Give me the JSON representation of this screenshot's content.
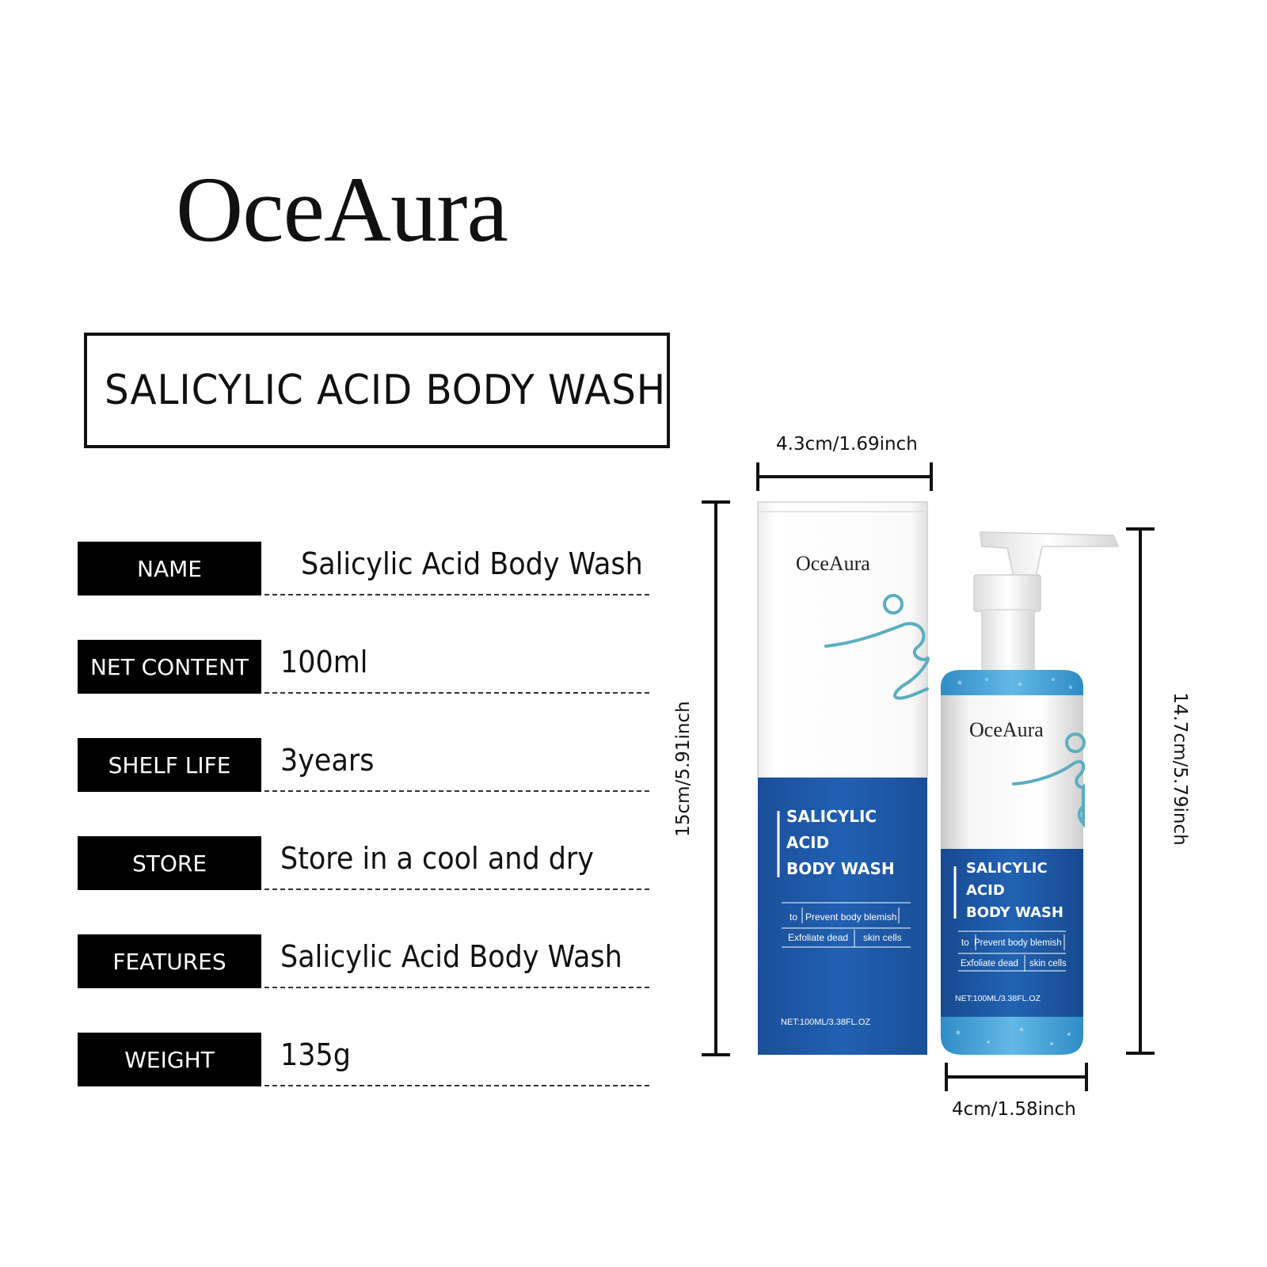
{
  "brand": {
    "name": "OceAura"
  },
  "product_title": "SALICYLIC ACID BODY WASH",
  "specs": [
    {
      "label": "NAME",
      "value": "Salicylic Acid Body Wash"
    },
    {
      "label": "NET  CONTENT",
      "value": "100ml"
    },
    {
      "label": "SHELF LIFE",
      "value": "3years"
    },
    {
      "label": "STORE",
      "value": "Store in a cool and dry"
    },
    {
      "label": "FEATURES",
      "value": "Salicylic Acid Body Wash"
    },
    {
      "label": "WEIGHT",
      "value": "135g"
    }
  ],
  "dimensions": {
    "box_width": "4.3cm/1.69inch",
    "box_height": "15cm/5.91inch",
    "bottle_height": "14.7cm/5.79inch",
    "bottle_width": "4cm/1.58inch"
  },
  "packaging": {
    "brand": "OceAura",
    "line1": "SALICYLIC",
    "line2": "ACID",
    "line3": "BODY WASH",
    "claim_to": "to",
    "claim_1": "Prevent body blemish",
    "claim_2a": "Exfoliate dead",
    "claim_2b": "skin cells",
    "net": "NET:100ML/3.38FL.OZ"
  },
  "colors": {
    "brand_blue": "#1f5aa8",
    "gel_blue": "#4aa8d8",
    "swirl_teal": "#5aaec0"
  }
}
